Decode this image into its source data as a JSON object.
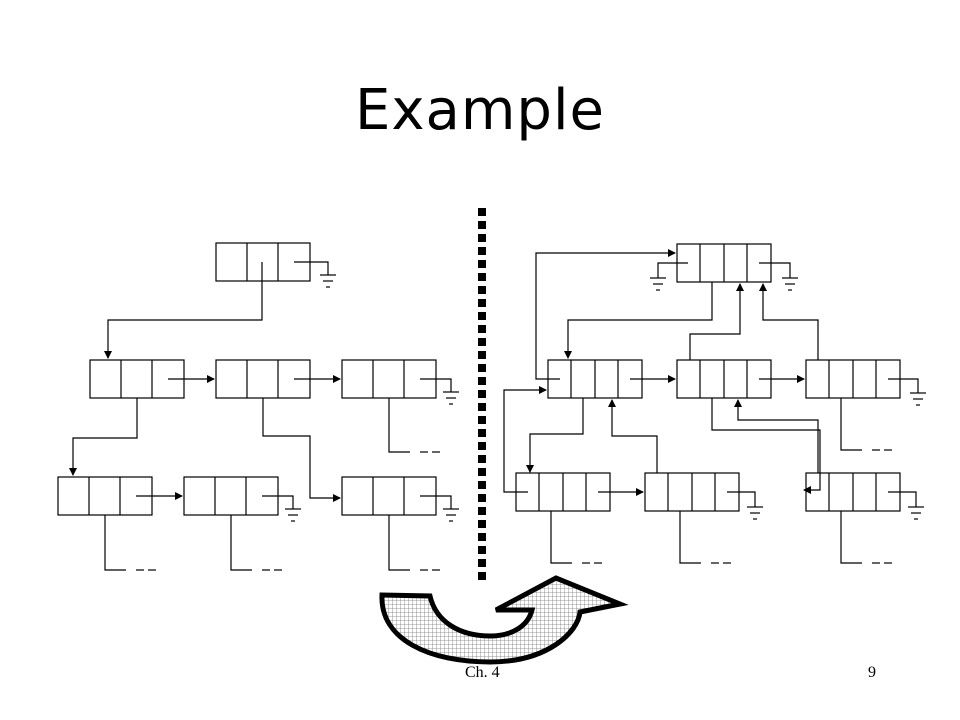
{
  "slide": {
    "title": "Example",
    "footer_left": "Ch. 4",
    "page_number": "9"
  }
}
